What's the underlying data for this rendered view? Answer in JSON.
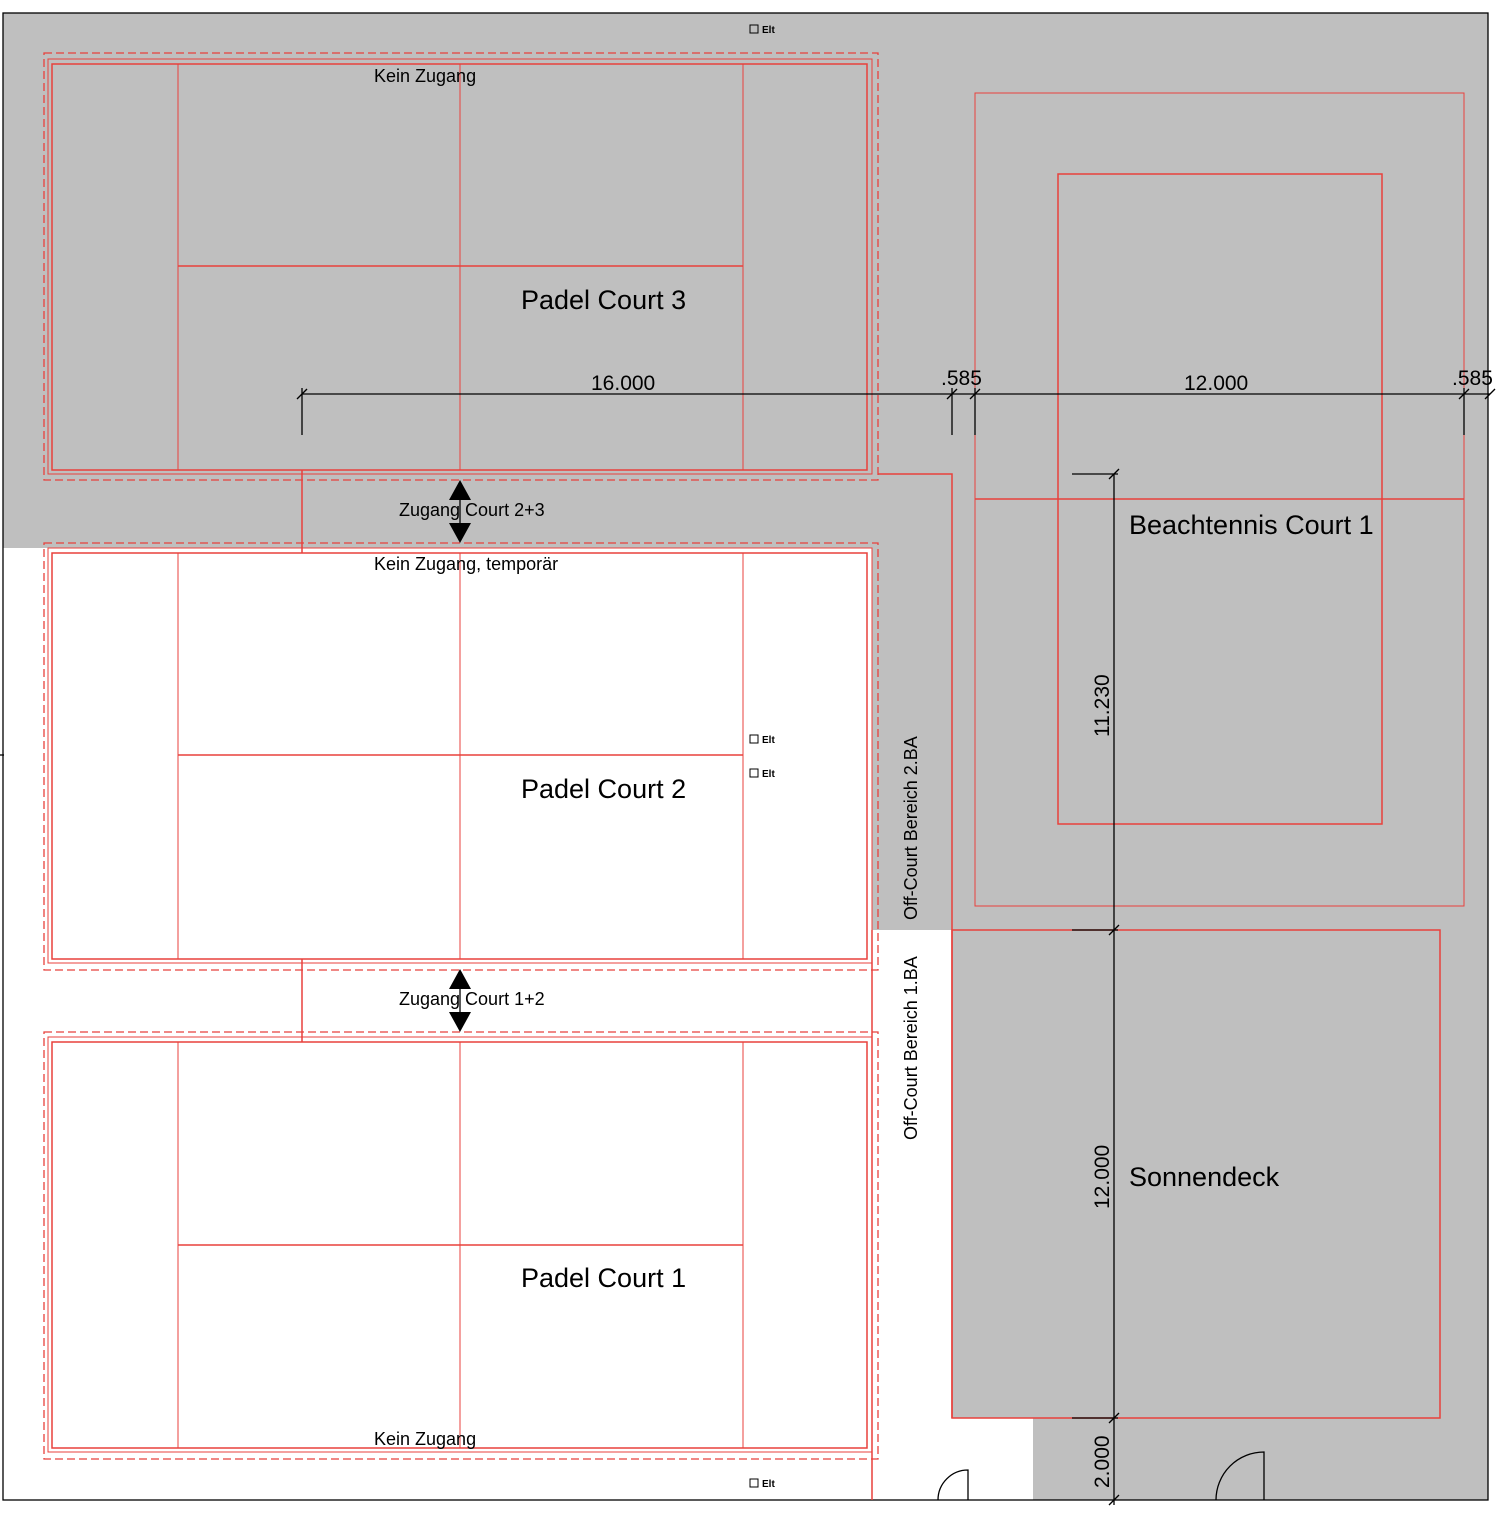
{
  "courts": {
    "padel3": {
      "title": "Padel Court 3",
      "top_note": "Kein Zugang"
    },
    "padel2": {
      "title": "Padel Court 2",
      "top_note": "Kein Zugang, temporär"
    },
    "padel1": {
      "title": "Padel Court 1",
      "bottom_note": "Kein Zugang"
    },
    "beach1": {
      "title": "Beachtennis Court 1"
    },
    "sundeck": {
      "title": "Sonnendeck"
    }
  },
  "access": {
    "court23": "Zugang Court 2+3",
    "court12": "Zugang Court 1+2"
  },
  "zones": {
    "offcourt2": "Off-Court Bereich 2.BA",
    "offcourt1": "Off-Court Bereich 1.BA"
  },
  "dimensions": {
    "width_padel": "16.000",
    "gap_left": ".585",
    "width_beach": "12.000",
    "gap_right": ".585",
    "height_beach": "11.230",
    "height_sundeck": "12.000",
    "height_bottom": "2.000"
  },
  "markers": {
    "elt": "Elt"
  },
  "colors": {
    "paved_gray": "#bfbfbf",
    "court_line_red": "#e8413c",
    "dimension_black": "#000000"
  }
}
